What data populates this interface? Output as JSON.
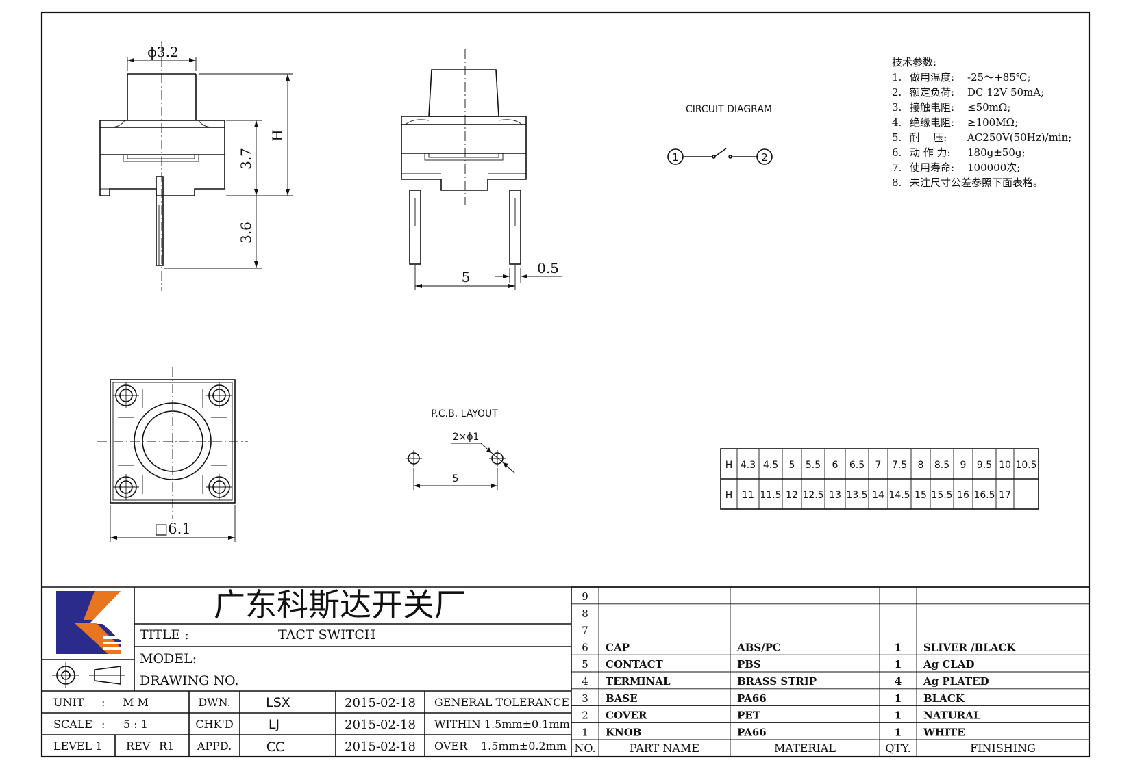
{
  "drawing": {
    "dim_phi": "ϕ3.2",
    "dim_h": "H",
    "dim_3_7": "3.7",
    "dim_3_6": "3.6",
    "dim_5": "5",
    "dim_0_5": "0.5",
    "dim_sq": "□6.1",
    "circuit_label": "CIRCUIT DIAGRAM",
    "circuit_node1": "1",
    "circuit_node2": "2",
    "pcb_label": "P.C.B. LAYOUT",
    "pcb_holes": "2×ϕ1",
    "pcb_dim": "5"
  },
  "specs": {
    "title": "技术参数:",
    "items": [
      {
        "num": "1.",
        "label": "做用温度:",
        "value": "-25～+85℃;"
      },
      {
        "num": "2.",
        "label": "额定负荷:",
        "value": "DC 12V 50mA;"
      },
      {
        "num": "3.",
        "label": "接触电阻:",
        "value": "≤50mΩ;"
      },
      {
        "num": "4.",
        "label": "绝缘电阻:",
        "value": "≥100MΩ;"
      },
      {
        "num": "5.",
        "label": "耐    压:",
        "value": "AC250V(50Hz)/min;"
      },
      {
        "num": "6.",
        "label": "动 作 力:",
        "value": "180g±50g;"
      },
      {
        "num": "7.",
        "label": "使用寿命:",
        "value": "100000次;"
      },
      {
        "num": "8.",
        "label": "未注尺寸公差参照下面表格。",
        "value": ""
      }
    ]
  },
  "h_table": {
    "row1": [
      "H",
      "4.3",
      "4.5",
      "5",
      "5.5",
      "6",
      "6.5",
      "7",
      "7.5",
      "8",
      "8.5",
      "9",
      "9.5",
      "10",
      "10.5"
    ],
    "row2": [
      "H",
      "11",
      "11.5",
      "12",
      "12.5",
      "13",
      "13.5",
      "14",
      "14.5",
      "15",
      "15.5",
      "16",
      "16.5",
      "17",
      ""
    ]
  },
  "title_block": {
    "company": "广东科斯达开关厂",
    "title_label": "TITLE :",
    "title_value": "TACT SWITCH",
    "model_label": "MODEL:",
    "drawing_no_label": "DRAWING NO.",
    "unit_label": "UNIT",
    "unit_colon": ":",
    "unit_value": "M M",
    "scale_label": "SCALE",
    "scale_colon": ":",
    "scale_value": "5 : 1",
    "level_label": "LEVEL 1",
    "rev_label": "REV",
    "rev_value": "R1",
    "dwn_label": "DWN.",
    "dwn_value": "LSX",
    "dwn_date": "2015-02-18",
    "chk_label": "CHK'D",
    "chk_value": "LJ",
    "chk_date": "2015-02-18",
    "appd_label": "APPD.",
    "appd_value": "CC",
    "appd_date": "2015-02-18",
    "tol_title": "GENERAL TOLERANCE",
    "tol_within": "WITHIN  1.5mm±0.1mm",
    "tol_over_label": "OVER",
    "tol_over_value": "1.5mm±0.2mm"
  },
  "bom": {
    "rows": [
      {
        "no": "9",
        "part": "",
        "material": "",
        "qty": "",
        "finishing": ""
      },
      {
        "no": "8",
        "part": "",
        "material": "",
        "qty": "",
        "finishing": ""
      },
      {
        "no": "7",
        "part": "",
        "material": "",
        "qty": "",
        "finishing": ""
      },
      {
        "no": "6",
        "part": "CAP",
        "material": "ABS/PC",
        "qty": "1",
        "finishing": "SLIVER /BLACK"
      },
      {
        "no": "5",
        "part": "CONTACT",
        "material": "PBS",
        "qty": "1",
        "finishing": "Ag CLAD"
      },
      {
        "no": "4",
        "part": "TERMINAL",
        "material": "BRASS STRIP",
        "qty": "4",
        "finishing": "Ag PLATED"
      },
      {
        "no": "3",
        "part": "BASE",
        "material": "PA66",
        "qty": "1",
        "finishing": "BLACK"
      },
      {
        "no": "2",
        "part": "COVER",
        "material": "PET",
        "qty": "1",
        "finishing": "NATURAL"
      },
      {
        "no": "1",
        "part": "KNOB",
        "material": "PA66",
        "qty": "1",
        "finishing": "WHITE"
      }
    ],
    "header": {
      "no": "NO.",
      "part": "PART  NAME",
      "material": "MATERIAL",
      "qty": "QTY.",
      "finishing": "FINISHING"
    }
  },
  "colors": {
    "logo_blue": "#2b2b8c",
    "logo_orange": "#e8761e",
    "line": "#111111"
  }
}
